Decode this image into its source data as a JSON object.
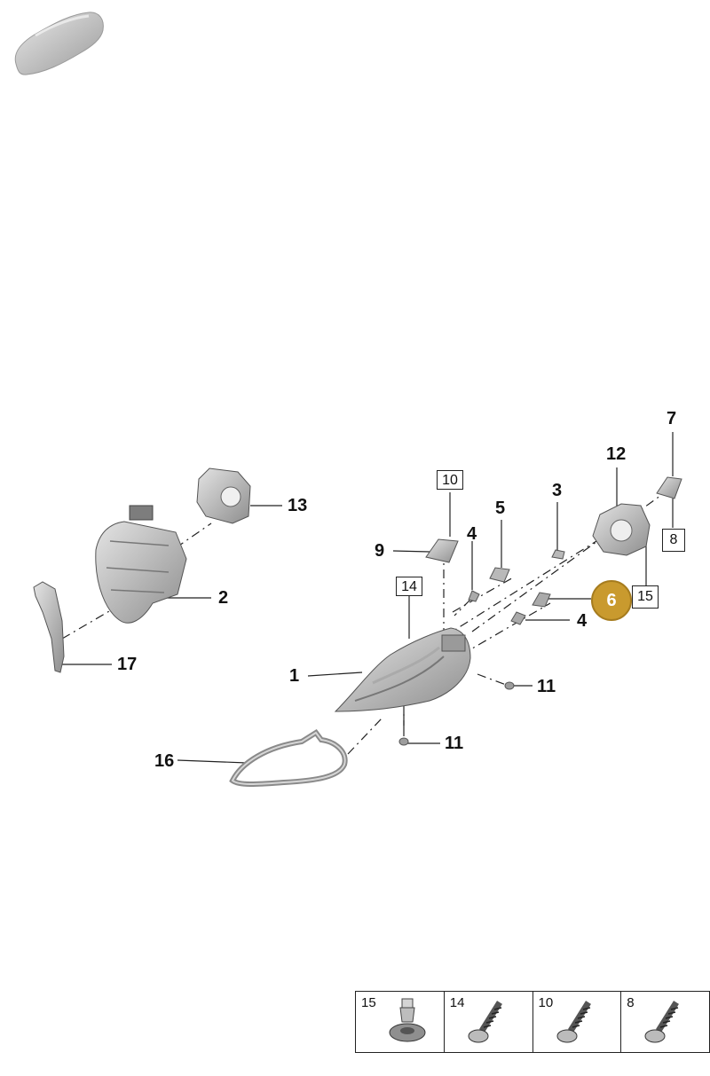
{
  "callouts": {
    "c7": "7",
    "c12": "12",
    "c3": "3",
    "c5": "5",
    "c4a": "4",
    "c4b": "4",
    "c9": "9",
    "c13": "13",
    "c2": "2",
    "c17": "17",
    "c1": "1",
    "c11a": "11",
    "c11b": "11",
    "c16": "16"
  },
  "boxed_refs": {
    "b10": "10",
    "b14": "14",
    "b8": "8",
    "b15": "15"
  },
  "highlighted_part": "6",
  "hardware": [
    {
      "number": "15",
      "icon": "grommet-icon"
    },
    {
      "number": "14",
      "icon": "screw-icon"
    },
    {
      "number": "10",
      "icon": "screw-icon"
    },
    {
      "number": "8",
      "icon": "screw-icon"
    }
  ],
  "colors": {
    "highlight": "#c99a2e",
    "part_fill": "#c8c8c8",
    "part_dark": "#8a8a8a",
    "line": "#222222"
  }
}
